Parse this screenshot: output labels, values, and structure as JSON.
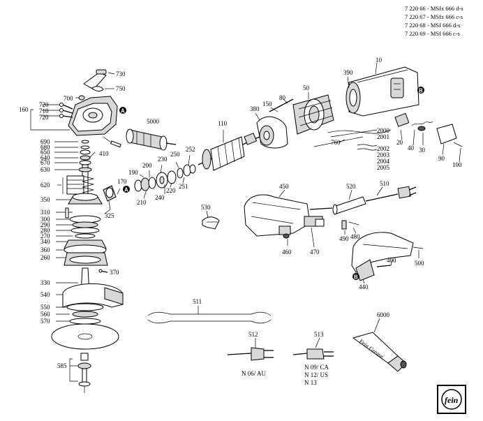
{
  "models": [
    "7 220 66 - MSfx 666 d-s",
    "7 220 67 - MSfx 666 c-s",
    "7 220 68 - MSf  666 d-s",
    "7 220 69 - MSf  666 c-s"
  ],
  "callouts": {
    "c730": "730",
    "c750": "750",
    "c700": "700",
    "c160": "160",
    "c720a": "720",
    "c710": "710",
    "c720b": "720",
    "c410": "410",
    "c5000": "5000",
    "c690": "690",
    "c680": "680",
    "c650": "650",
    "c640": "640",
    "c670": "670",
    "c630": "630",
    "c620": "620",
    "c350": "350",
    "c310": "310",
    "c300": "300",
    "c290": "290",
    "c280": "280",
    "c270": "270",
    "c340": "340",
    "c360": "360",
    "c260": "260",
    "c370": "370",
    "c330": "330",
    "c540": "540",
    "c550": "550",
    "c560": "560",
    "c570": "570",
    "c585": "585",
    "c170": "170",
    "c325": "325",
    "c190": "190",
    "c200": "200",
    "c210": "210",
    "c230": "230",
    "c240": "240",
    "c220": "220",
    "c250": "250",
    "c252": "252",
    "c251": "251",
    "c110": "110",
    "c380": "380",
    "c150": "150",
    "c80": "80",
    "c50": "50",
    "c390": "390",
    "c10": "10",
    "c2000": "2000",
    "c2001": "2001",
    "c760": "760",
    "c2002": "2002",
    "c2003": "2003",
    "c2004": "2004",
    "c2005": "2005",
    "c20": "20",
    "c40": "40",
    "c30": "30",
    "c90": "90",
    "c100": "100",
    "c450": "450",
    "c520": "520",
    "c510": "510",
    "c530": "530",
    "c460": "460",
    "c470": "470",
    "c490": "490",
    "c480": "480",
    "c400": "400",
    "c500": "500",
    "c440": "440",
    "c511": "511",
    "c512": "512",
    "c513": "513",
    "c6000": "6000"
  },
  "markers": {
    "a": "A",
    "b": "B"
  },
  "plug_variants": {
    "left": "N 06/ AU",
    "right": [
      "N 09/ CA",
      "N 12/ US",
      "N 13"
    ]
  },
  "tube_text": "Fein Grease",
  "logo_text": "fein"
}
